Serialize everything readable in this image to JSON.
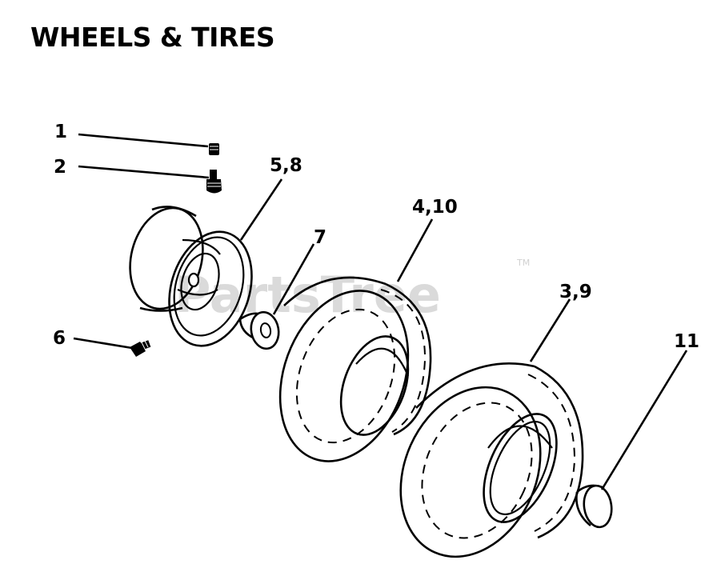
{
  "title": "WHEELS & TIRES",
  "watermark": {
    "text": "PartsTree",
    "trademark": "TM"
  },
  "callouts": {
    "c1": "1",
    "c2": "2",
    "c58": "5,8",
    "c7": "7",
    "c410": "4,10",
    "c39": "3,9",
    "c6": "6",
    "c11": "11"
  }
}
